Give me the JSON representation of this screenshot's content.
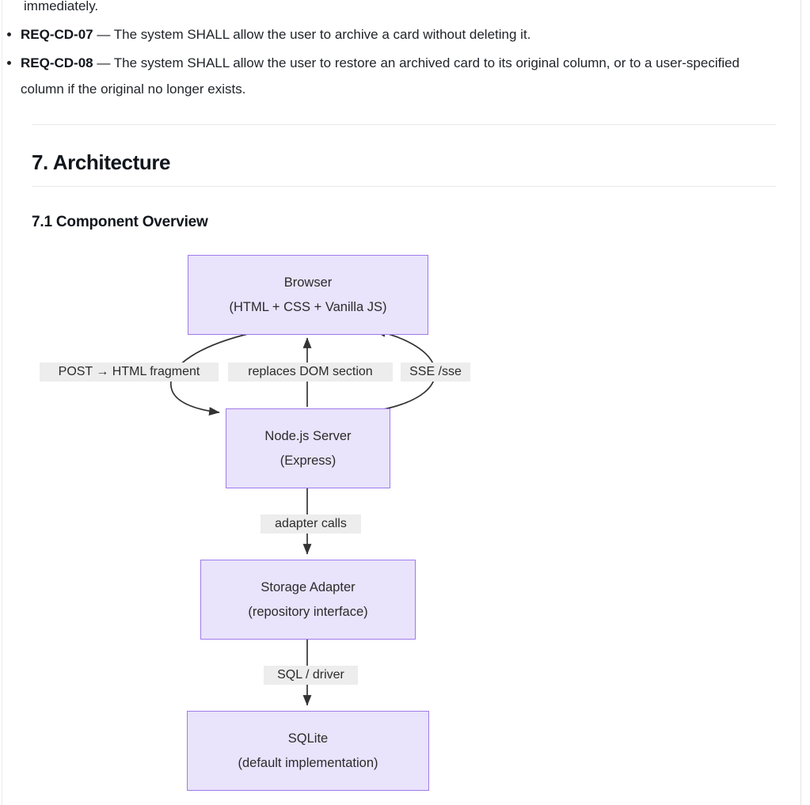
{
  "document": {
    "partial_line_top": "immediately.",
    "requirements": [
      {
        "id": "REQ-CD-07",
        "dash": " — ",
        "text": "The system SHALL allow the user to archive a card without deleting it."
      },
      {
        "id": "REQ-CD-08",
        "dash": " — ",
        "text": "The system SHALL allow the user to restore an archived card to its original column, or to a user-specified column if the original no longer exists."
      }
    ],
    "section_heading": "7. Architecture",
    "subsection_heading": "7.1 Component Overview"
  },
  "diagram": {
    "type": "flowchart",
    "nodes": [
      {
        "key": "browser",
        "line1": "Browser",
        "line2": "(HTML + CSS + Vanilla JS)"
      },
      {
        "key": "server",
        "line1": "Node.js Server",
        "line2": "(Express)"
      },
      {
        "key": "adapter",
        "line1": "Storage Adapter",
        "line2": "(repository interface)"
      },
      {
        "key": "sqlite",
        "line1": "SQLite",
        "line2": "(default implementation)"
      }
    ],
    "edges": [
      {
        "key": "post",
        "label": "POST → HTML fragment",
        "from": "browser",
        "to": "server"
      },
      {
        "key": "replaces",
        "label": "replaces DOM section",
        "from": "server",
        "to": "browser"
      },
      {
        "key": "sse",
        "label": "SSE /sse",
        "from": "server",
        "to": "browser"
      },
      {
        "key": "adapter_calls",
        "label": "adapter calls",
        "from": "server",
        "to": "adapter"
      },
      {
        "key": "sql_driver",
        "label": "SQL / driver",
        "from": "adapter",
        "to": "sqlite"
      }
    ],
    "colors": {
      "node_fill": "#e9e3fb",
      "node_border": "#9f7aea",
      "edge_stroke": "#333333",
      "label_background": "#ededed"
    }
  }
}
